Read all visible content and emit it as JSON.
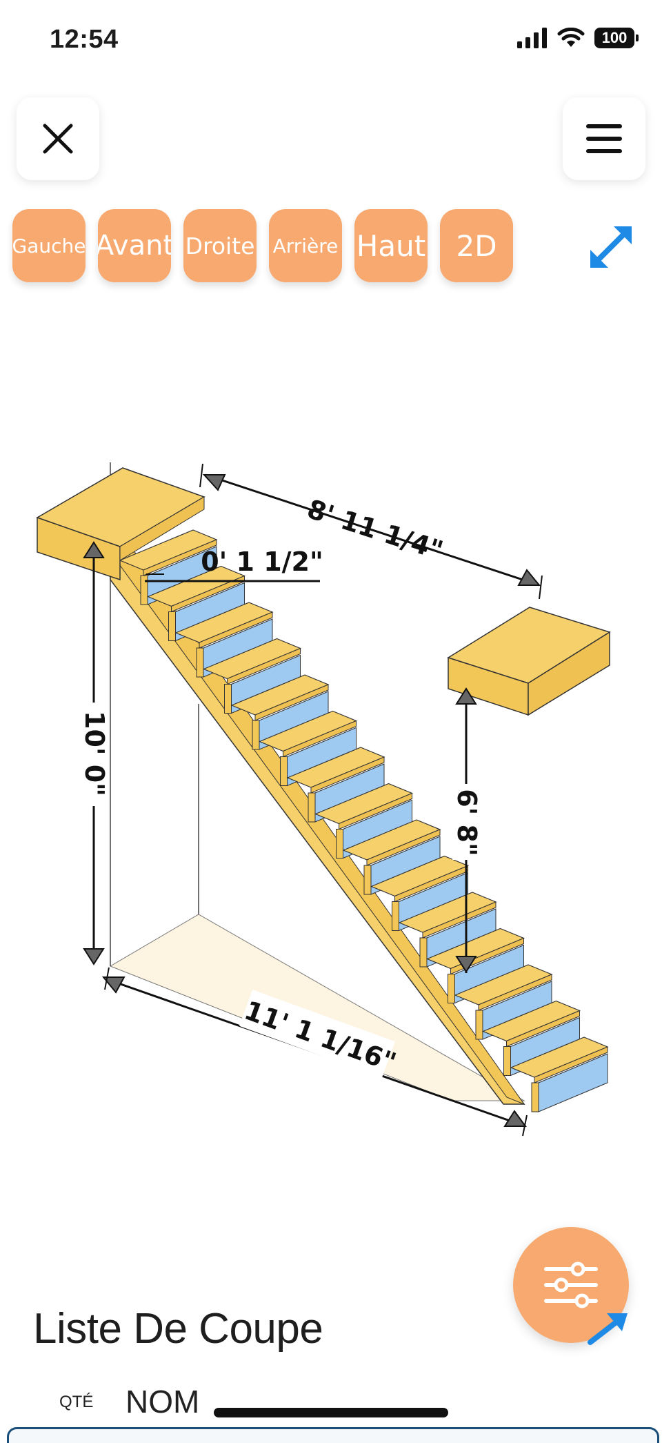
{
  "status_bar": {
    "time": "12:54",
    "battery": "100"
  },
  "toolbar": {
    "close_icon": "close-icon",
    "menu_icon": "hamburger-menu-icon",
    "expand_icon": "expand-diagonal-icon"
  },
  "view_tabs": [
    {
      "label": "Gauche",
      "font_size": 28
    },
    {
      "label": "Avant",
      "font_size": 40
    },
    {
      "label": "Droite",
      "font_size": 33
    },
    {
      "label": "Arrière",
      "font_size": 28
    },
    {
      "label": "Haut",
      "font_size": 42
    },
    {
      "label": "2D",
      "font_size": 42
    }
  ],
  "colors": {
    "accent": "#f7a96f",
    "stair_wood": "#f6d06b",
    "riser_blue": "#9ec9f0",
    "floor": "#fdf5e1",
    "link_blue": "#1f8ae6"
  },
  "stair_drawing": {
    "dimension_run": "8' 11 1/4\"",
    "dimension_nosing": "0' 1 1/2\"",
    "dimension_total_rise": "10' 0\"",
    "dimension_headroom": "6' 8\"",
    "dimension_total_run": "11' 1 1/16\""
  },
  "fab_icon": "sliders-settings-icon",
  "cut_list": {
    "title": "Liste De Coupe",
    "col_qty": "QTÉ",
    "col_name": "NOM"
  }
}
